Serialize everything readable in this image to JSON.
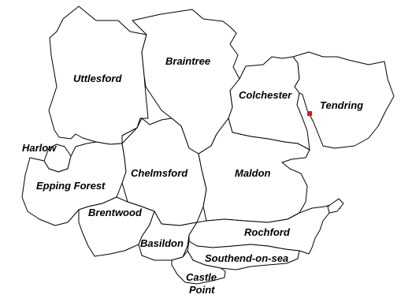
{
  "map": {
    "districts": [
      {
        "id": "uttlesford",
        "label": "Uttlesford"
      },
      {
        "id": "braintree",
        "label": "Braintree"
      },
      {
        "id": "colchester",
        "label": "Colchester"
      },
      {
        "id": "tendring",
        "label": "Tendring"
      },
      {
        "id": "harlow",
        "label": "Harlow"
      },
      {
        "id": "epping-forest",
        "label": "Epping Forest"
      },
      {
        "id": "chelmsford",
        "label": "Chelmsford"
      },
      {
        "id": "maldon",
        "label": "Maldon"
      },
      {
        "id": "brentwood",
        "label": "Brentwood"
      },
      {
        "id": "rochford",
        "label": "Rochford"
      },
      {
        "id": "basildon",
        "label": "Basildon"
      },
      {
        "id": "southend-on-sea",
        "label": "Southend-on-sea"
      },
      {
        "id": "castle-point",
        "label_line1": "Castle",
        "label_line2": "Point"
      }
    ],
    "marker_color": "#e8141b",
    "boundary_color": "#000000",
    "fill_color": "#ffffff"
  }
}
